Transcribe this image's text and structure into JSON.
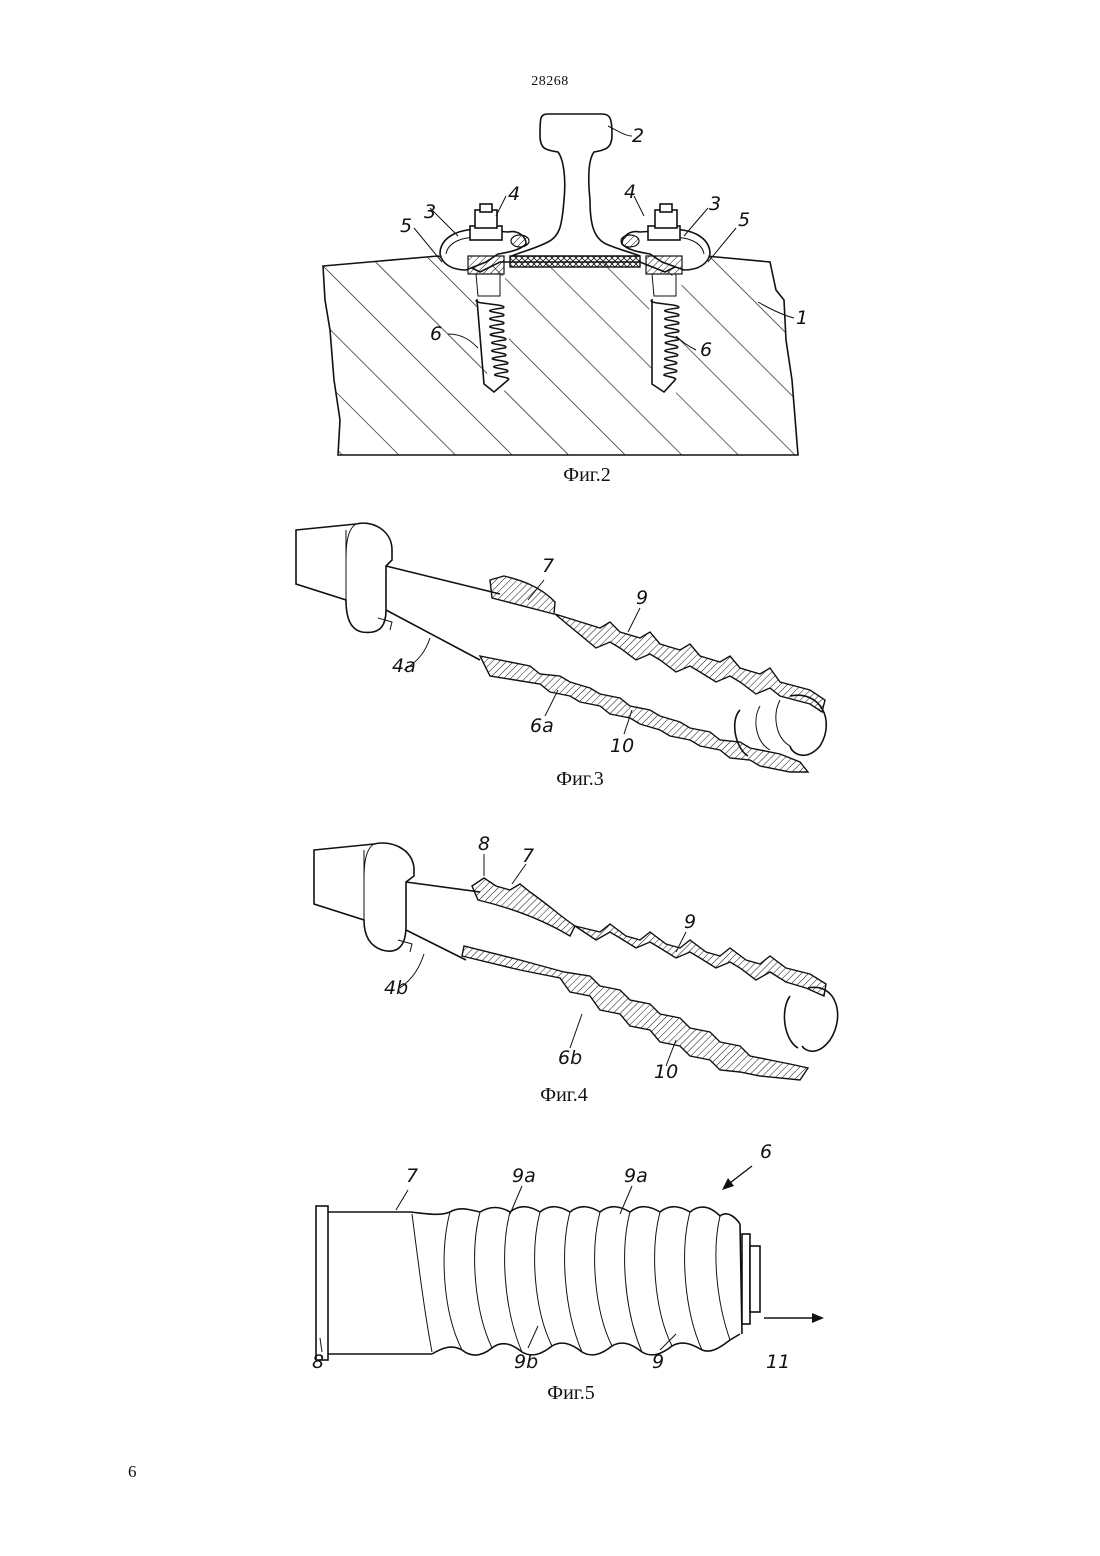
{
  "document_number": "28268",
  "page_number": "6",
  "figures": [
    {
      "caption": "Фиг.2",
      "labels": [
        "1",
        "2",
        "3",
        "3",
        "4",
        "4",
        "5",
        "5",
        "6",
        "6"
      ]
    },
    {
      "caption": "Фиг.3",
      "labels": [
        "7",
        "9",
        "4a",
        "6a",
        "10"
      ]
    },
    {
      "caption": "Фиг.4",
      "labels": [
        "8",
        "7",
        "9",
        "4b",
        "6b",
        "10"
      ]
    },
    {
      "caption": "Фиг.5",
      "labels": [
        "6",
        "7",
        "9a",
        "9a",
        "8",
        "9b",
        "9",
        "11"
      ]
    }
  ]
}
